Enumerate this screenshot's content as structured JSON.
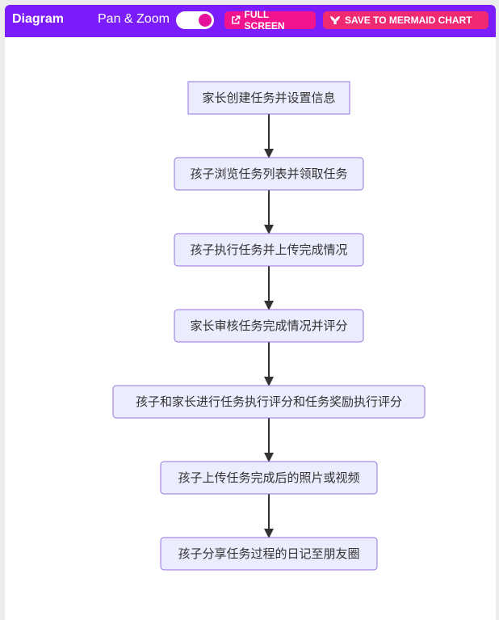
{
  "header": {
    "title": "Diagram",
    "pan_zoom_label": "Pan & Zoom",
    "pan_zoom_enabled": true,
    "full_screen_label": "FULL SCREEN",
    "save_label": "SAVE TO MERMAID CHART"
  },
  "colors": {
    "header_bg": "#7a1cfb",
    "button_bg": "#f2138f",
    "node_fill": "#ececff",
    "node_stroke": "#9370db",
    "edge": "#333333"
  },
  "flowchart": {
    "nodes": [
      {
        "id": "n1",
        "label": "家长创建任务并设置信息"
      },
      {
        "id": "n2",
        "label": "孩子浏览任务列表并领取任务"
      },
      {
        "id": "n3",
        "label": "孩子执行任务并上传完成情况"
      },
      {
        "id": "n4",
        "label": "家长审核任务完成情况并评分"
      },
      {
        "id": "n5",
        "label": "孩子和家长进行任务执行评分和任务奖励执行评分"
      },
      {
        "id": "n6",
        "label": "孩子上传任务完成后的照片或视频"
      },
      {
        "id": "n7",
        "label": "孩子分享任务过程的日记至朋友圈"
      }
    ],
    "edges": [
      {
        "from": "n1",
        "to": "n2"
      },
      {
        "from": "n2",
        "to": "n3"
      },
      {
        "from": "n3",
        "to": "n4"
      },
      {
        "from": "n4",
        "to": "n5"
      },
      {
        "from": "n5",
        "to": "n6"
      },
      {
        "from": "n6",
        "to": "n7"
      }
    ]
  }
}
